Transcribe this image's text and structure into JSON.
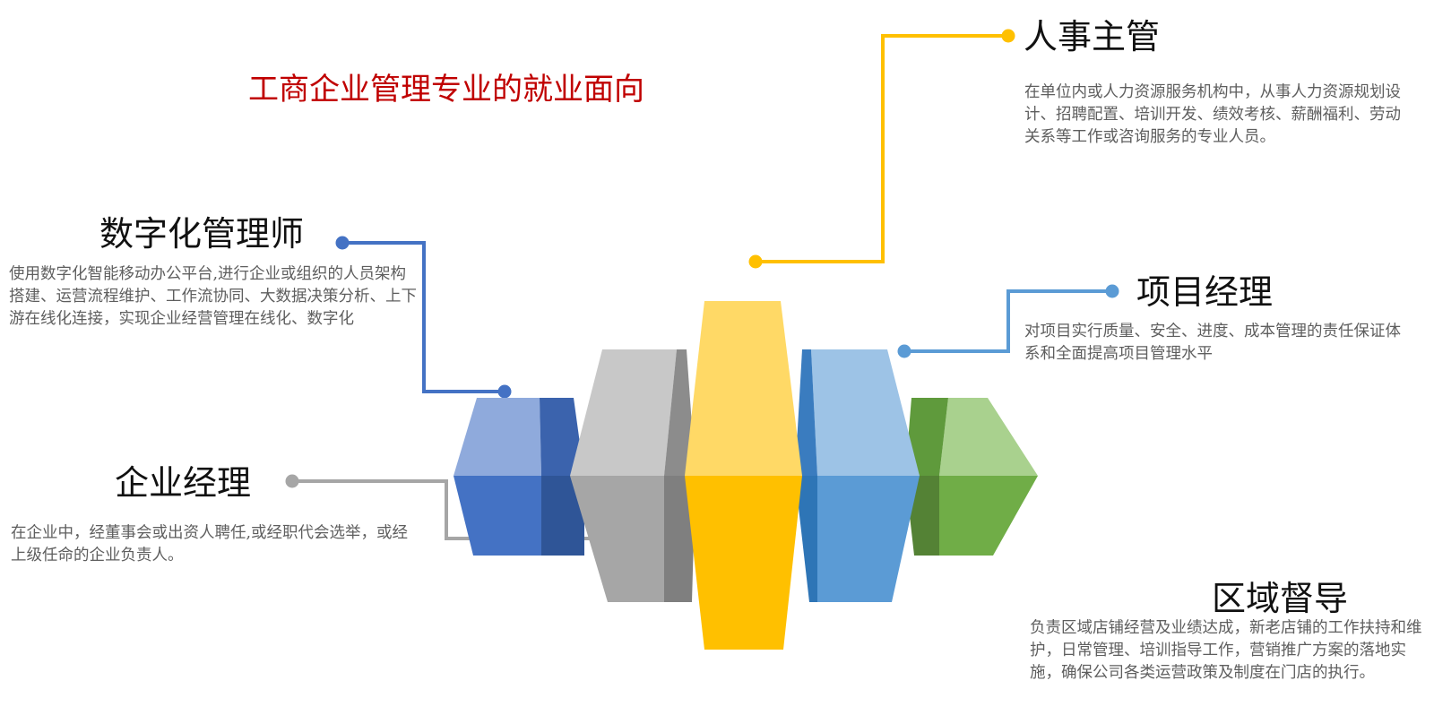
{
  "title": "工商企业管理专业的就业面向",
  "colors": {
    "title": "#c00000",
    "blue": "#4472c4",
    "gray": "#a6a6a6",
    "yellow": "#ffc000",
    "lightblue": "#5b9bd5",
    "green": "#70ad47"
  },
  "careers": {
    "hr": {
      "label": "人事主管",
      "description": "在单位内或人力资源服务机构中，从事人力资源规划设计、招聘配置、培训开发、绩效考核、薪酬福利、劳动关系等工作或咨询服务的专业人员。"
    },
    "digital": {
      "label": "数字化管理师",
      "description": "使用数字化智能移动办公平台,进行企业或组织的人员架构搭建、运营流程维护、工作流协同、大数据决策分析、上下游在线化连接，实现企业经营管理在线化、数字化"
    },
    "project": {
      "label": "项目经理",
      "description": "对项目实行质量、安全、进度、成本管理的责任保证体系和全面提高项目管理水平"
    },
    "enterprise": {
      "label": "企业经理",
      "description": "在企业中，经董事会或出资人聘任,或经职代会选举，或经上级任命的企业负责人。"
    },
    "regional": {
      "label": "区域督导",
      "description": "负责区域店铺经营及业绩达成，新老店铺的工作扶持和维护，日常管理、培训指导工作，营销推广方案的落地实施，确保公司各类运营政策及制度在门店的执行。"
    }
  }
}
